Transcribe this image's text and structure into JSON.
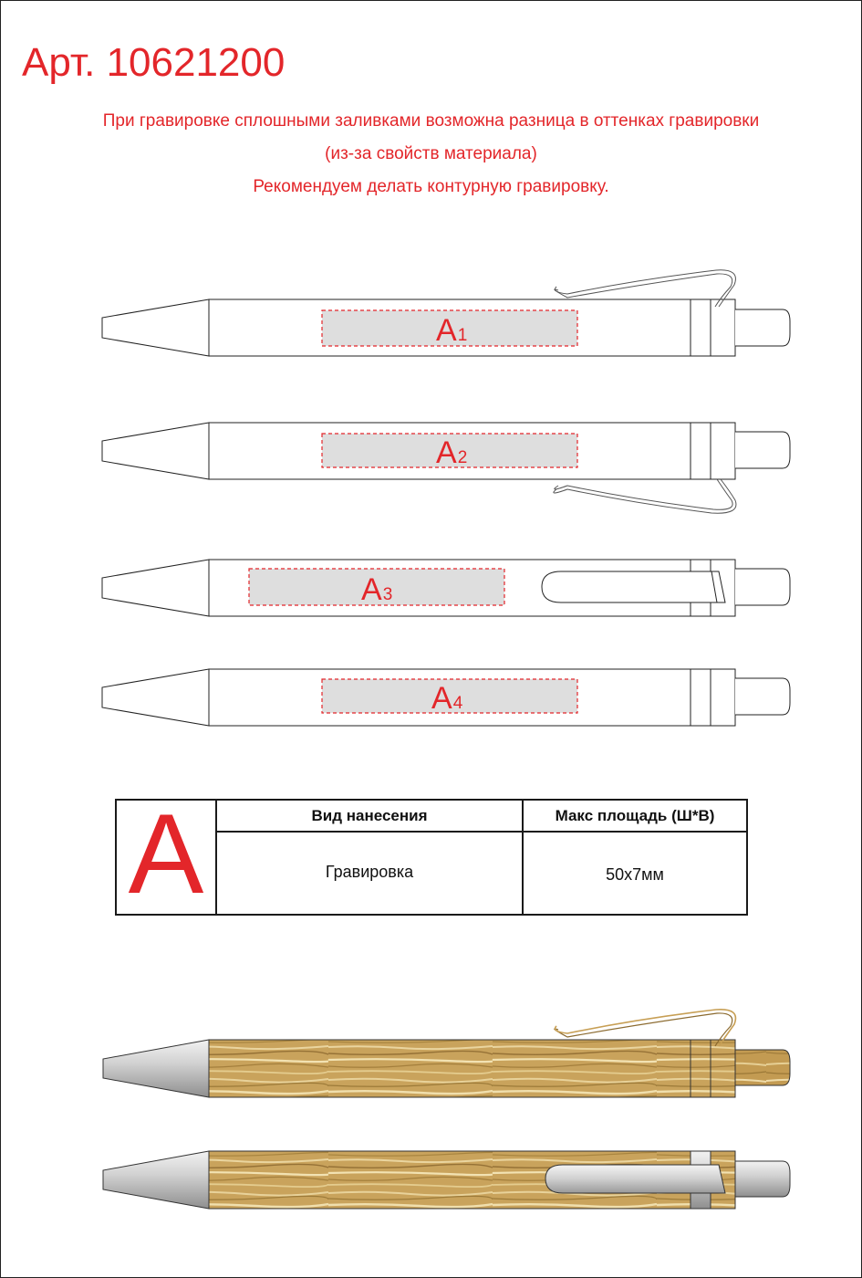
{
  "article": {
    "title": "Арт. 10621200"
  },
  "notice": {
    "line1": "При гравировке сплошными заливками возможна разница в оттенках гравировки",
    "line2": "(из-за свойств материала)",
    "line3": "Рекомендуем делать контурную гравировку."
  },
  "areas": [
    {
      "label": "А",
      "index": "1"
    },
    {
      "label": "А",
      "index": "2"
    },
    {
      "label": "А",
      "index": "3"
    },
    {
      "label": "А",
      "index": "4"
    }
  ],
  "spec_table": {
    "letter": "А",
    "headers": [
      "Вид нанесения",
      "Макс площадь (Ш*В)"
    ],
    "row": [
      "Гравировка",
      "50х7мм"
    ]
  },
  "colors": {
    "accent": "#e3262a",
    "zone_fill": "#dedede",
    "bamboo": "#c9a35c",
    "metal": "#bdbdbd"
  }
}
